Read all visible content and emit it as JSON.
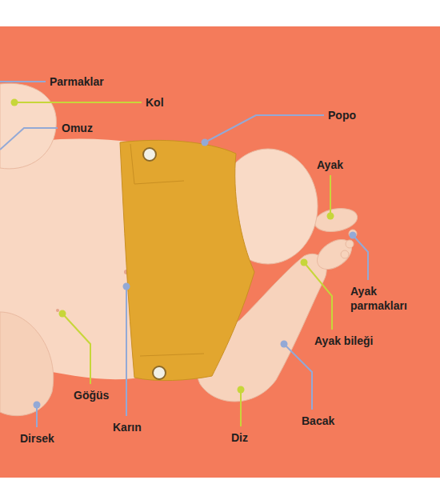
{
  "diagram": {
    "labels": [
      "Parmaklar",
      "Kol",
      "Omuz",
      "Popo",
      "Ayak",
      "Ayak parmakları",
      "Ayak bileği",
      "Göğüs",
      "Karın",
      "Diz",
      "Bacak",
      "Dirsek"
    ]
  }
}
